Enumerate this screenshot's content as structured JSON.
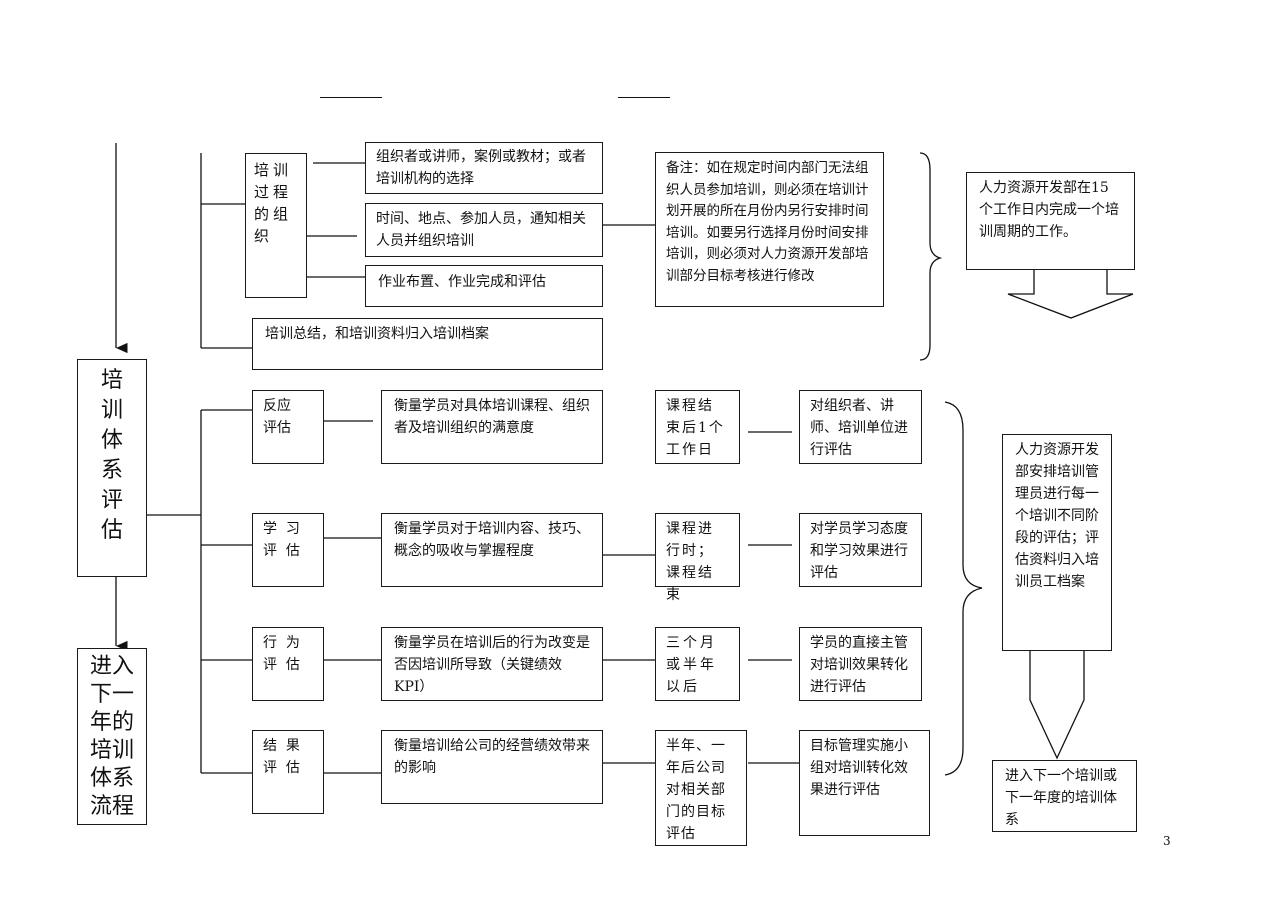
{
  "page_number": "3",
  "left": {
    "eval_box": "培\n训\n体\n系\n评\n估",
    "next_box": "进入\n下一\n年的\n培训\n体系\n流程"
  },
  "process": {
    "label": "培训\n过程\n的组\n织",
    "item1": "组织者或讲师，案例或教材；或者培训机构的选择",
    "item2": "时间、地点、参加人员，通知相关人员并组织培训",
    "item3": "作业布置、作业完成和评估",
    "summary": "培训总结，和培训资料归入培训档案",
    "note": "备注：如在规定时间内部门无法组织人员参加培训，则必须在培训计划开展的所在月份内另行安排时间培训。如要另行选择月份时间安排培训，则必须对人力资源开发部培训部分目标考核进行修改",
    "hr_note": "人力资源开发部在15个工作日内完成一个培训周期的工作。"
  },
  "evaluations": [
    {
      "label": "反应\n评估",
      "desc": "衡量学员对具体培训课程、组织者及培训组织的满意度",
      "time": "课程结束后1个工作日",
      "who": "对组织者、讲师、培训单位进行评估"
    },
    {
      "label": "学  习\n评  估",
      "desc": "衡量学员对于培训内容、技巧、概念的吸收与掌握程度",
      "time": "课程进行时；课程结束",
      "who": "对学员学习态度和学习效果进行评估"
    },
    {
      "label": "行  为\n评  估",
      "desc": "衡量学员在培训后的行为改变是否因培训所导致（关键绩效KPI）",
      "time": "三个月或半年以后",
      "who": "学员的直接主管对培训效果转化进行评估"
    },
    {
      "label": "结  果\n评  估",
      "desc": "衡量培训给公司的经营绩效带来的影响",
      "time": "半年、一年后公司对相关部门的目标评估",
      "who": "目标管理实施小组对培训转化效果进行评估"
    }
  ],
  "right": {
    "hr_arrange": "人力资源开发部安排培训管理员进行每一个培训不同阶段的评估；评估资料归入培训员工档案",
    "next_stage": "进入下一个培训或下一年度的培训体系"
  }
}
